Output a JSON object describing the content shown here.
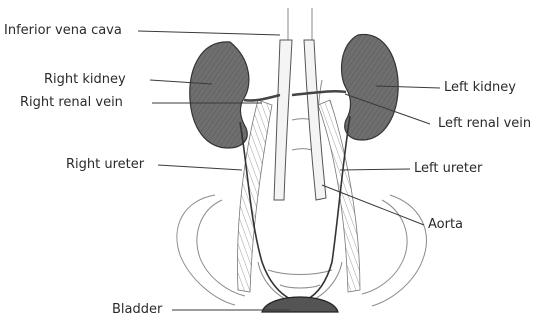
{
  "labels": {
    "inferior_vena_cava": "Inferior vena cava",
    "right_kidney": "Right kidney",
    "right_renal_vein": "Right renal vein",
    "right_ureter": "Right ureter",
    "bladder": "Bladder",
    "left_kidney": "Left kidney",
    "left_renal_vein": "Left renal vein",
    "left_ureter": "Left ureter",
    "aorta": "Aorta"
  },
  "colors": {
    "kidney_fill": "#6f6f6f",
    "line": "#3a3a3a",
    "label_text": "#2a2a2a"
  }
}
